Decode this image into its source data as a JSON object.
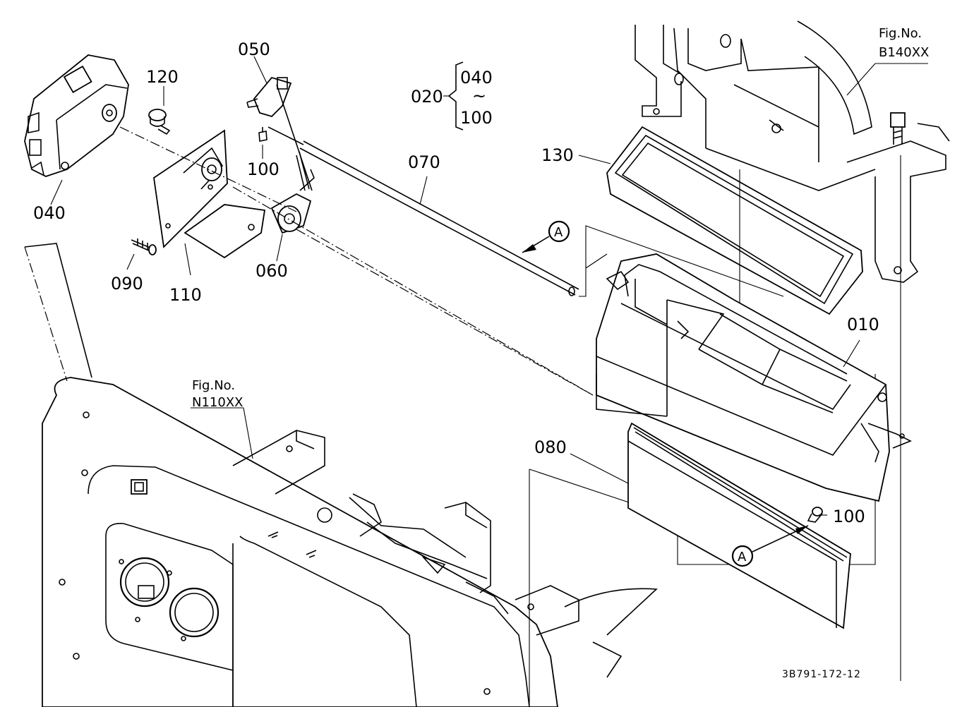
{
  "parts": {
    "p010": "010",
    "p020": "020",
    "p040": "040",
    "p040b": "040",
    "p050": "050",
    "p060": "060",
    "p070": "070",
    "p080": "080",
    "p090": "090",
    "p100a": "100",
    "p100b": "100",
    "p100c": "100",
    "p110": "110",
    "p120": "120",
    "p130": "130",
    "tilde": "~"
  },
  "refs": {
    "figB_label": "Fig.No.",
    "figB_code": "B140XX",
    "figN_label": "Fig.No.",
    "figN_code": "N110XX",
    "markerA": "A"
  },
  "drawing_id": "3B791-172-12"
}
